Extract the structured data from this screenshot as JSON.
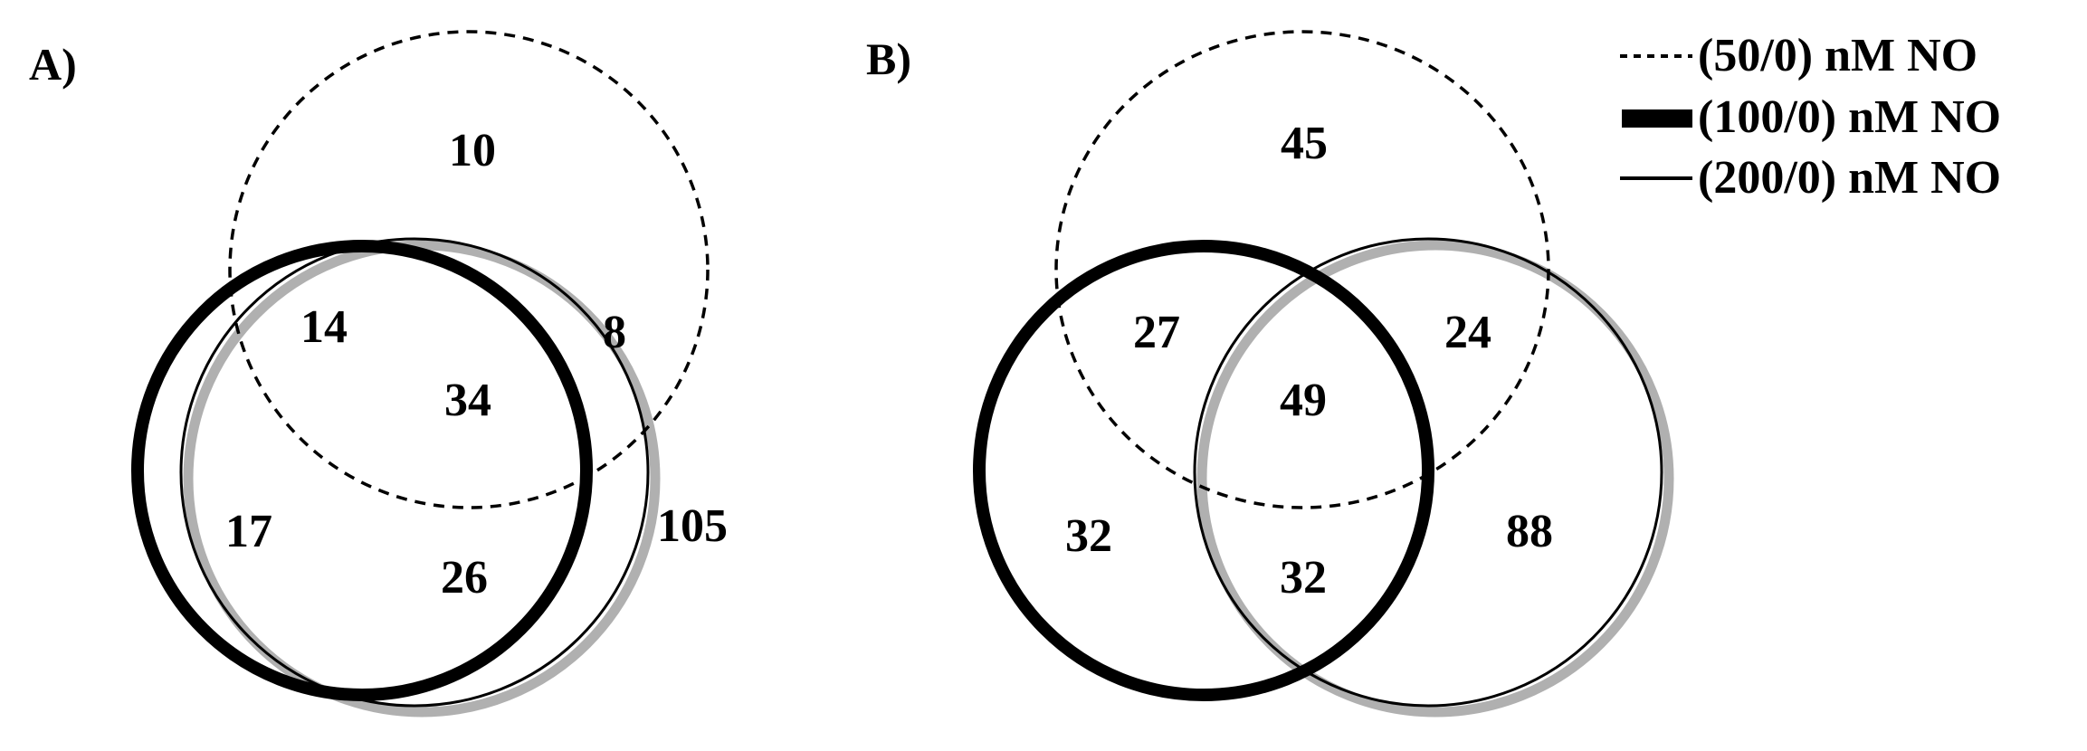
{
  "panels": [
    {
      "label": "A)",
      "counts": {
        "only_50": "10",
        "only_100": "17",
        "only_200": "105",
        "50_and_100": "14",
        "50_and_200": "8",
        "100_and_200": "26",
        "all_three": "34"
      }
    },
    {
      "label": "B)",
      "counts": {
        "only_50": "45",
        "only_100": "32",
        "only_200": "88",
        "50_and_100": "27",
        "50_and_200": "24",
        "100_and_200": "32",
        "all_three": "49"
      }
    }
  ],
  "legend": [
    {
      "style": "dashed",
      "label": "(50/0) nM NO"
    },
    {
      "style": "thick",
      "label": "(100/0) nM NO"
    },
    {
      "style": "thin",
      "label": "(200/0) nM NO"
    }
  ],
  "colors": {
    "stroke": "#000000",
    "shadow": "#b0b0b0",
    "background": "#ffffff"
  }
}
